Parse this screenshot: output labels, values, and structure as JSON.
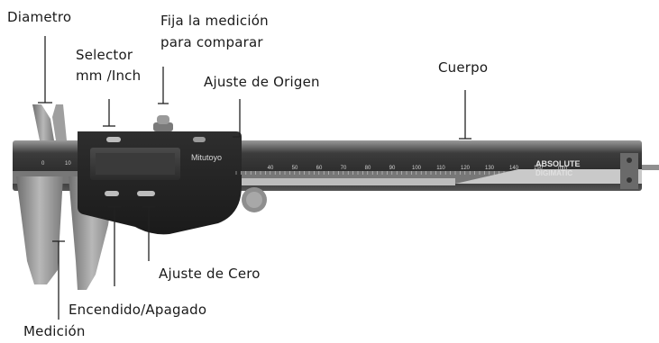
{
  "labels": {
    "diametro": "Diametro",
    "fija_line1": "Fija la medición",
    "fija_line2": "para comparar",
    "selector_line1": "Selector",
    "selector_line2": "mm /Inch",
    "ajuste_origen": "Ajuste de Origen",
    "cuerpo": "Cuerpo",
    "ajuste_cero": "Ajuste de Cero",
    "encendido": "Encendido/Apagado",
    "medicion": "Medición"
  },
  "device": {
    "brand": "Mitutoyo",
    "logo_line1": "ABSOLUTE",
    "logo_line2": "DIGIMATIC",
    "scale_numbers": [
      "40",
      "50",
      "60",
      "70",
      "80",
      "90",
      "100",
      "110",
      "120",
      "130",
      "140",
      "150",
      "mm"
    ],
    "jaw_scale_numbers": [
      "0",
      "10"
    ]
  }
}
